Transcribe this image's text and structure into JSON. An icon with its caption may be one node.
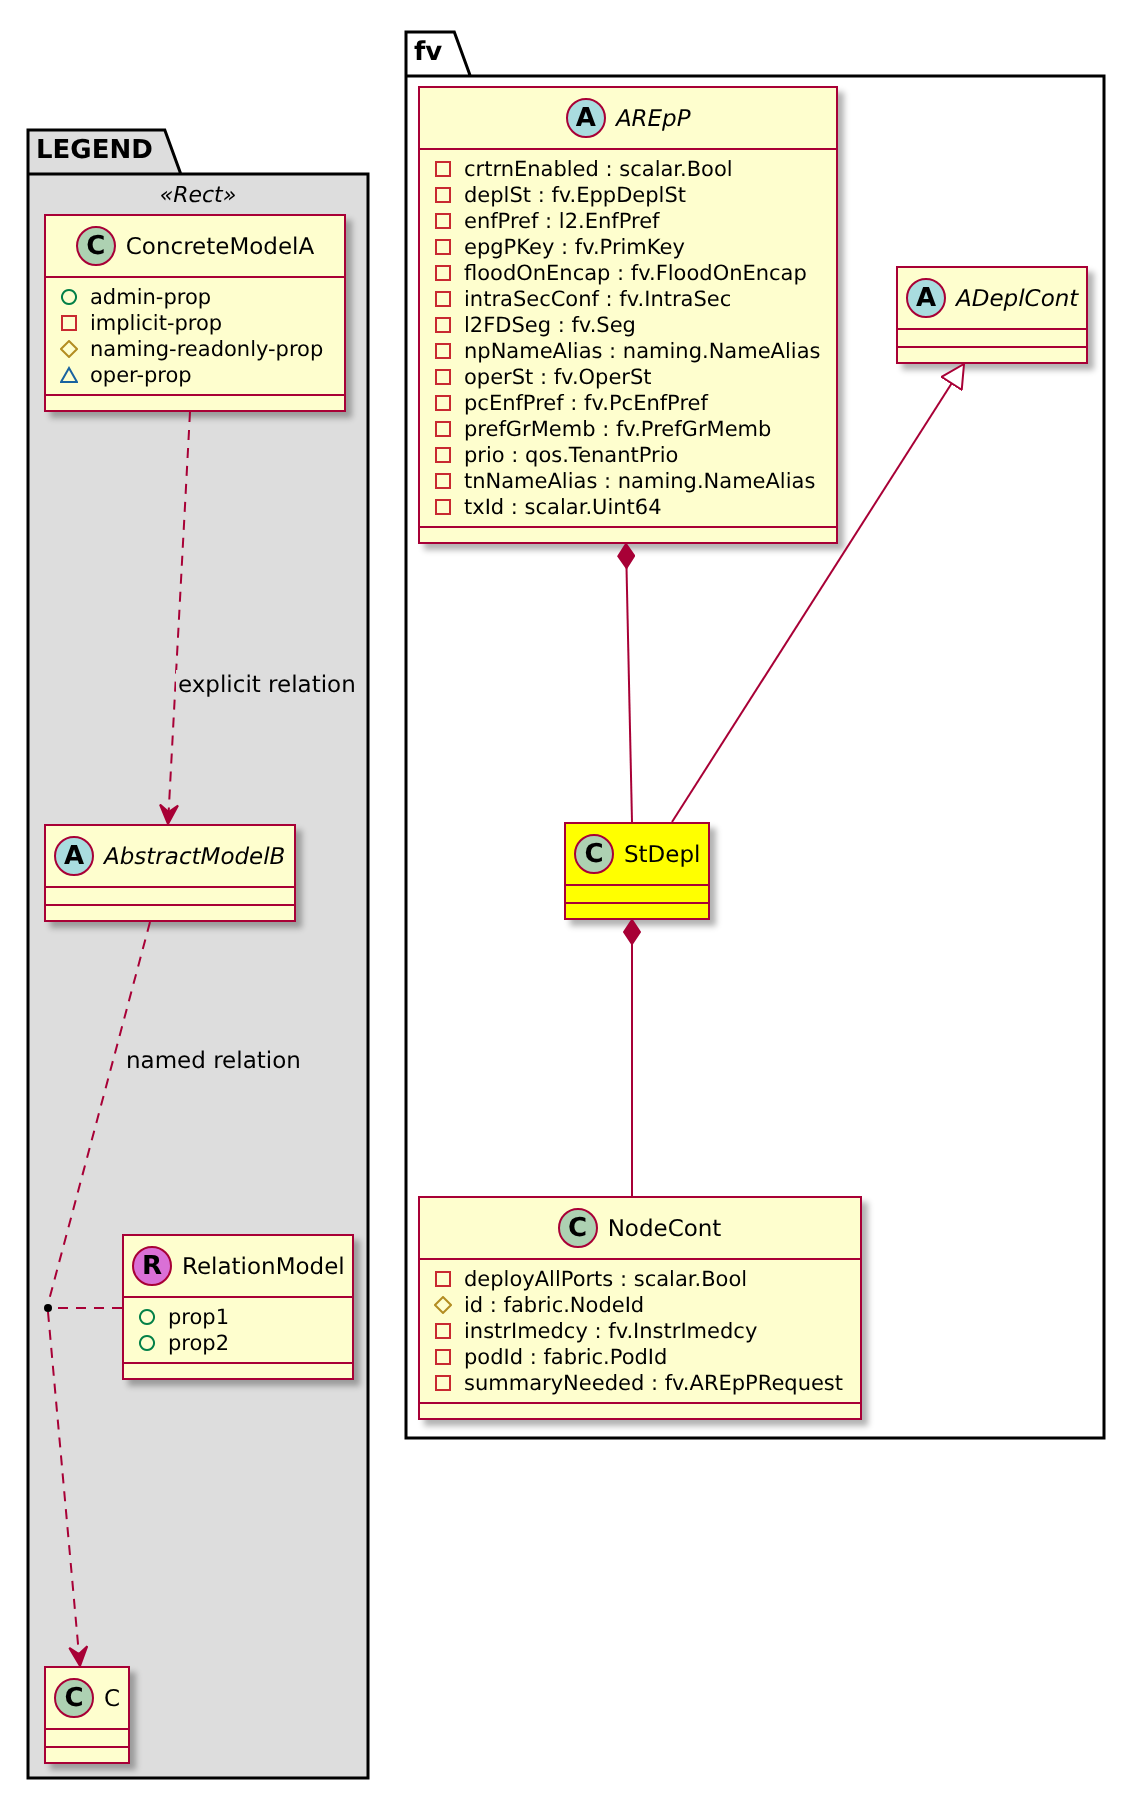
{
  "diagram": {
    "nodes": [
      {
        "text": [
          "LEGEND",
          "«Rect»"
        ]
      },
      {
        "text": [
          "C",
          "ConcreteModelA",
          "admin-prop",
          "implicit-prop",
          "naming-readonly-prop",
          "oper-prop"
        ],
        "in": 0
      },
      {
        "text": [
          "A",
          "AbstractModelB"
        ],
        "in": 0
      },
      {
        "text": [
          "R",
          "RelationModel",
          "prop1",
          "prop2"
        ],
        "in": 0
      },
      {
        "text": [],
        "shape": "dot",
        "in": 0
      },
      {
        "text": [
          "C",
          "C"
        ],
        "in": 0
      },
      {
        "text": [
          "fv"
        ]
      },
      {
        "text": [
          "A",
          "AREpP",
          "crtrnEnabled : scalar.Bool",
          "deplSt : fv.EppDeplSt",
          "enfPref : l2.EnfPref",
          "epgPKey : fv.PrimKey",
          "floodOnEncap : fv.FloodOnEncap",
          "intraSecConf : fv.IntraSec",
          "l2FDSeg : fv.Seg",
          "npNameAlias : naming.NameAlias",
          "operSt : fv.OperSt",
          "pcEnfPref : fv.PcEnfPref",
          "prefGrMemb : fv.PrefGrMemb",
          "prio : qos.TenantPrio",
          "tnNameAlias : naming.NameAlias",
          "txId : scalar.Uint64"
        ],
        "in": 6
      },
      {
        "text": [
          "A",
          "ADeplCont"
        ],
        "in": 6
      },
      {
        "text": [
          "C",
          "StDepl"
        ],
        "in": 6
      },
      {
        "text": [
          "C",
          "NodeCont",
          "deployAllPorts : scalar.Bool",
          "id : fabric.NodeId",
          "instrImedcy : fv.InstrImedcy",
          "podId : fabric.PodId",
          "summaryNeeded : fv.AREpPRequest"
        ],
        "in": 6
      }
    ],
    "edges": [
      {
        "from": 1,
        "to": 2,
        "arrow": "to",
        "style": "dashed",
        "label": "explicit relation"
      },
      {
        "from": 2,
        "to": 4,
        "arrow": "none",
        "style": "dashed",
        "label": "named relation"
      },
      {
        "from": 3,
        "to": 4,
        "arrow": "none",
        "style": "dashed"
      },
      {
        "from": 4,
        "to": 5,
        "arrow": "to",
        "style": "dashed"
      },
      {
        "from": 7,
        "to": 9,
        "arrow": "other"
      },
      {
        "from": 9,
        "to": 8,
        "arrow": "to"
      },
      {
        "from": 9,
        "to": 10,
        "arrow": "other"
      }
    ]
  }
}
